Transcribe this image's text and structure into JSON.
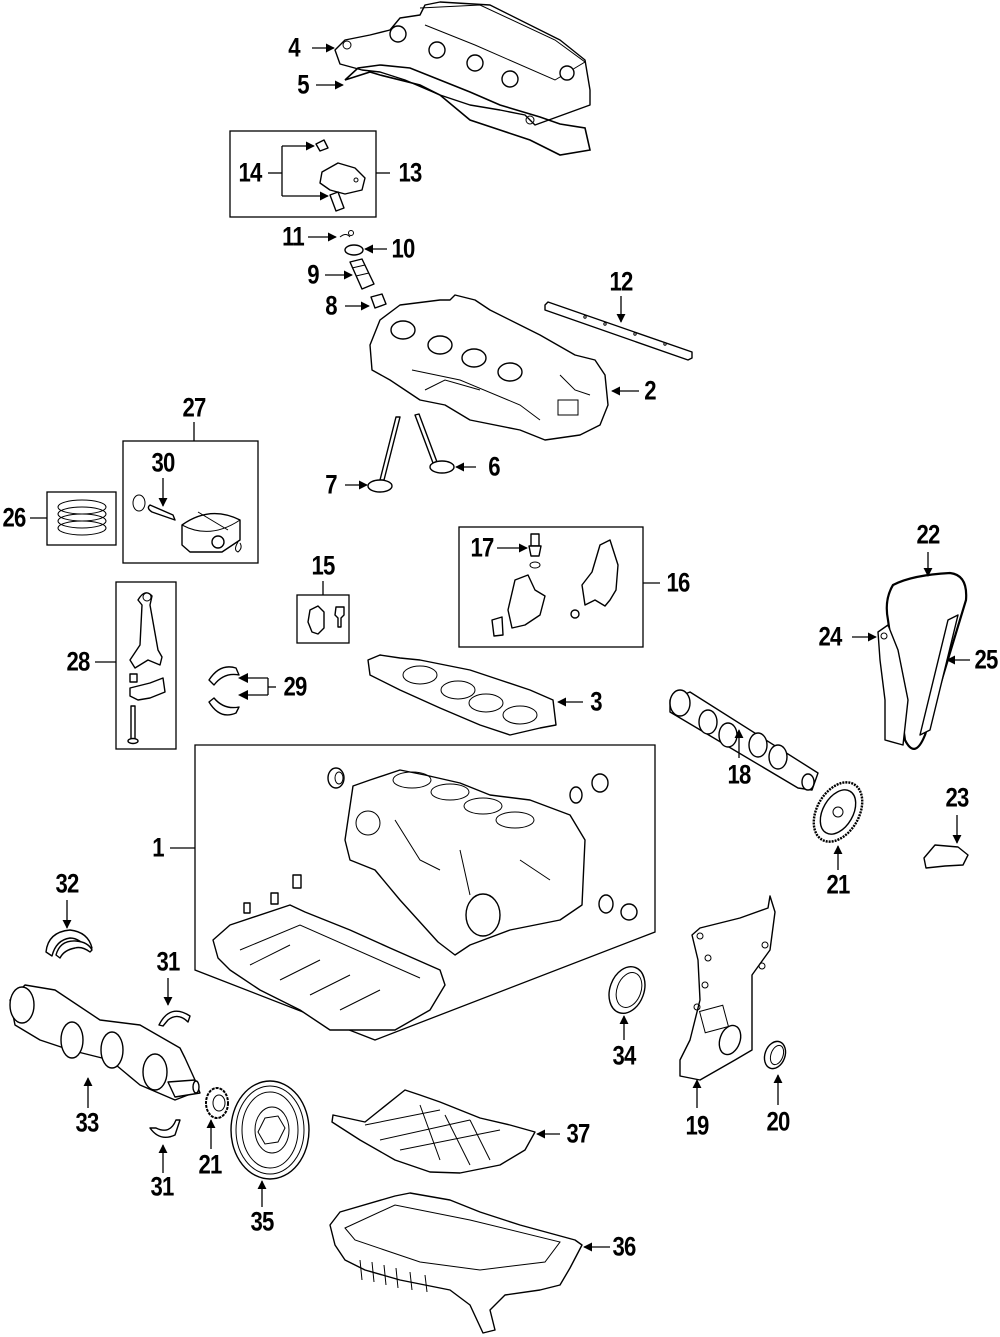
{
  "diagram": {
    "title": "Engine parts exploded view",
    "callouts": [
      {
        "id": "c4",
        "label": "4",
        "part": "cylinder-head-cover"
      },
      {
        "id": "c5",
        "label": "5",
        "part": "head-cover-gasket"
      },
      {
        "id": "c14",
        "label": "14",
        "part": "rocker-arm-small-parts"
      },
      {
        "id": "c13",
        "label": "13",
        "part": "rocker-arm-assembly"
      },
      {
        "id": "c11",
        "label": "11",
        "part": "valve-keeper"
      },
      {
        "id": "c10",
        "label": "10",
        "part": "valve-spring-retainer"
      },
      {
        "id": "c9",
        "label": "9",
        "part": "valve-spring"
      },
      {
        "id": "c8",
        "label": "8",
        "part": "valve-stem-seal"
      },
      {
        "id": "c12",
        "label": "12",
        "part": "rocker-shaft"
      },
      {
        "id": "c2",
        "label": "2",
        "part": "cylinder-head"
      },
      {
        "id": "c27",
        "label": "27",
        "part": "piston-assembly"
      },
      {
        "id": "c30",
        "label": "30",
        "part": "piston-pin"
      },
      {
        "id": "c26",
        "label": "26",
        "part": "piston-rings"
      },
      {
        "id": "c7",
        "label": "7",
        "part": "exhaust-valve"
      },
      {
        "id": "c6",
        "label": "6",
        "part": "intake-valve"
      },
      {
        "id": "c17",
        "label": "17",
        "part": "oil-pressure-switch"
      },
      {
        "id": "c16",
        "label": "16",
        "part": "vtc-solenoid-assembly"
      },
      {
        "id": "c22",
        "label": "22",
        "part": "timing-chain"
      },
      {
        "id": "c15",
        "label": "15",
        "part": "sensor"
      },
      {
        "id": "c24",
        "label": "24",
        "part": "chain-tensioner-arm"
      },
      {
        "id": "c25",
        "label": "25",
        "part": "chain-guide"
      },
      {
        "id": "c28",
        "label": "28",
        "part": "connecting-rod"
      },
      {
        "id": "c29",
        "label": "29",
        "part": "rod-bearings"
      },
      {
        "id": "c3",
        "label": "3",
        "part": "head-gasket"
      },
      {
        "id": "c18",
        "label": "18",
        "part": "camshaft"
      },
      {
        "id": "c23",
        "label": "23",
        "part": "chain-tensioner"
      },
      {
        "id": "c1",
        "label": "1",
        "part": "cylinder-block"
      },
      {
        "id": "c21a",
        "label": "21",
        "part": "cam-sprocket"
      },
      {
        "id": "c32",
        "label": "32",
        "part": "thrust-washer"
      },
      {
        "id": "c31a",
        "label": "31",
        "part": "main-bearing-upper"
      },
      {
        "id": "c34",
        "label": "34",
        "part": "rear-oil-seal"
      },
      {
        "id": "c33",
        "label": "33",
        "part": "crankshaft"
      },
      {
        "id": "c19",
        "label": "19",
        "part": "timing-chain-cover"
      },
      {
        "id": "c20",
        "label": "20",
        "part": "front-oil-seal"
      },
      {
        "id": "c37",
        "label": "37",
        "part": "oil-baffle-plate"
      },
      {
        "id": "c31b",
        "label": "31",
        "part": "main-bearing-lower"
      },
      {
        "id": "c21b",
        "label": "21",
        "part": "crank-sprocket"
      },
      {
        "id": "c35",
        "label": "35",
        "part": "crankshaft-pulley"
      },
      {
        "id": "c36",
        "label": "36",
        "part": "oil-pan"
      }
    ]
  }
}
